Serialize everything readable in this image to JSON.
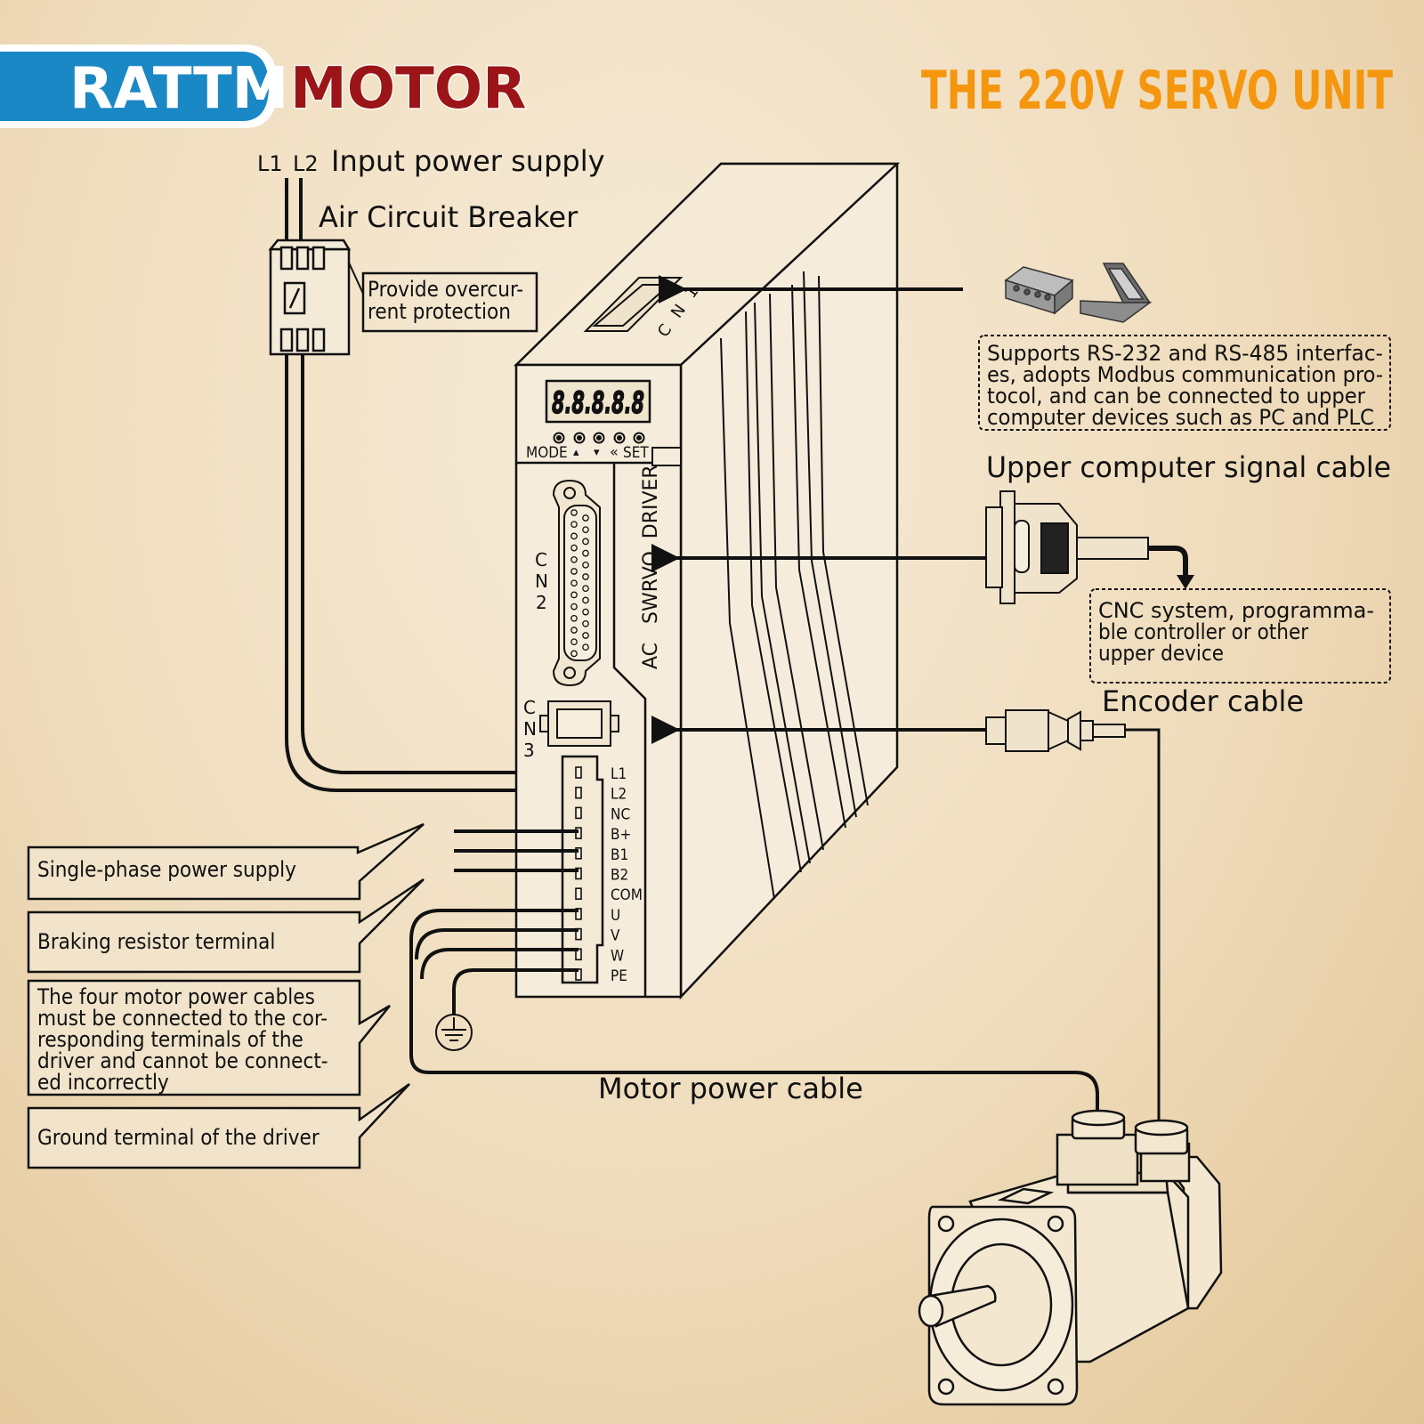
{
  "brand": {
    "logo_left": "RATTM",
    "logo_right": "MOTOR",
    "headline": "THE 220V SERVO UNIT",
    "colors": {
      "blue": "#1b88c6",
      "red": "#9b1518",
      "orange": "#f5960f"
    }
  },
  "power": {
    "l1": "L1",
    "l2": "L2",
    "input_label": "Input power supply",
    "breaker_label": "Air Circuit Breaker",
    "protection_note": [
      "Provide overcur-",
      "rent protection"
    ]
  },
  "driver": {
    "display": "8.8.8.8.8",
    "buttons": [
      "MODE",
      "▴",
      "▾",
      "«",
      "SET"
    ],
    "body_text": "AC   SWRVO  DRIVER",
    "cn1": "C N 1",
    "cn2": [
      "C",
      "N",
      "2"
    ],
    "cn3": [
      "C",
      "N",
      "3"
    ],
    "terminals": [
      "L1",
      "L2",
      "NC",
      "B+",
      "B1",
      "B2",
      "COM",
      "U",
      "V",
      "W",
      "PE"
    ]
  },
  "comm": {
    "note": [
      "Supports RS-232 and RS-485 interfac-",
      "es, adopts Modbus communication pro-",
      "tocol, and can be connected to upper",
      "computer devices such as PC and PLC"
    ],
    "device_icons": [
      "plc-module-icon",
      "laptop-icon"
    ]
  },
  "signal": {
    "label": "Upper computer signal cable",
    "note": [
      "CNC system, programma-",
      "ble controller or other",
      "upper device"
    ]
  },
  "encoder": {
    "label": "Encoder cable"
  },
  "motor": {
    "cable_label": "Motor power cable"
  },
  "callouts": {
    "single_phase": "Single-phase power supply",
    "braking": "Braking resistor terminal",
    "four_cables": [
      "The four motor power cables",
      "must be connected to the cor-",
      "responding terminals of the",
      "driver and cannot be connect-",
      "ed incorrectly"
    ],
    "ground": "Ground terminal of the driver"
  }
}
